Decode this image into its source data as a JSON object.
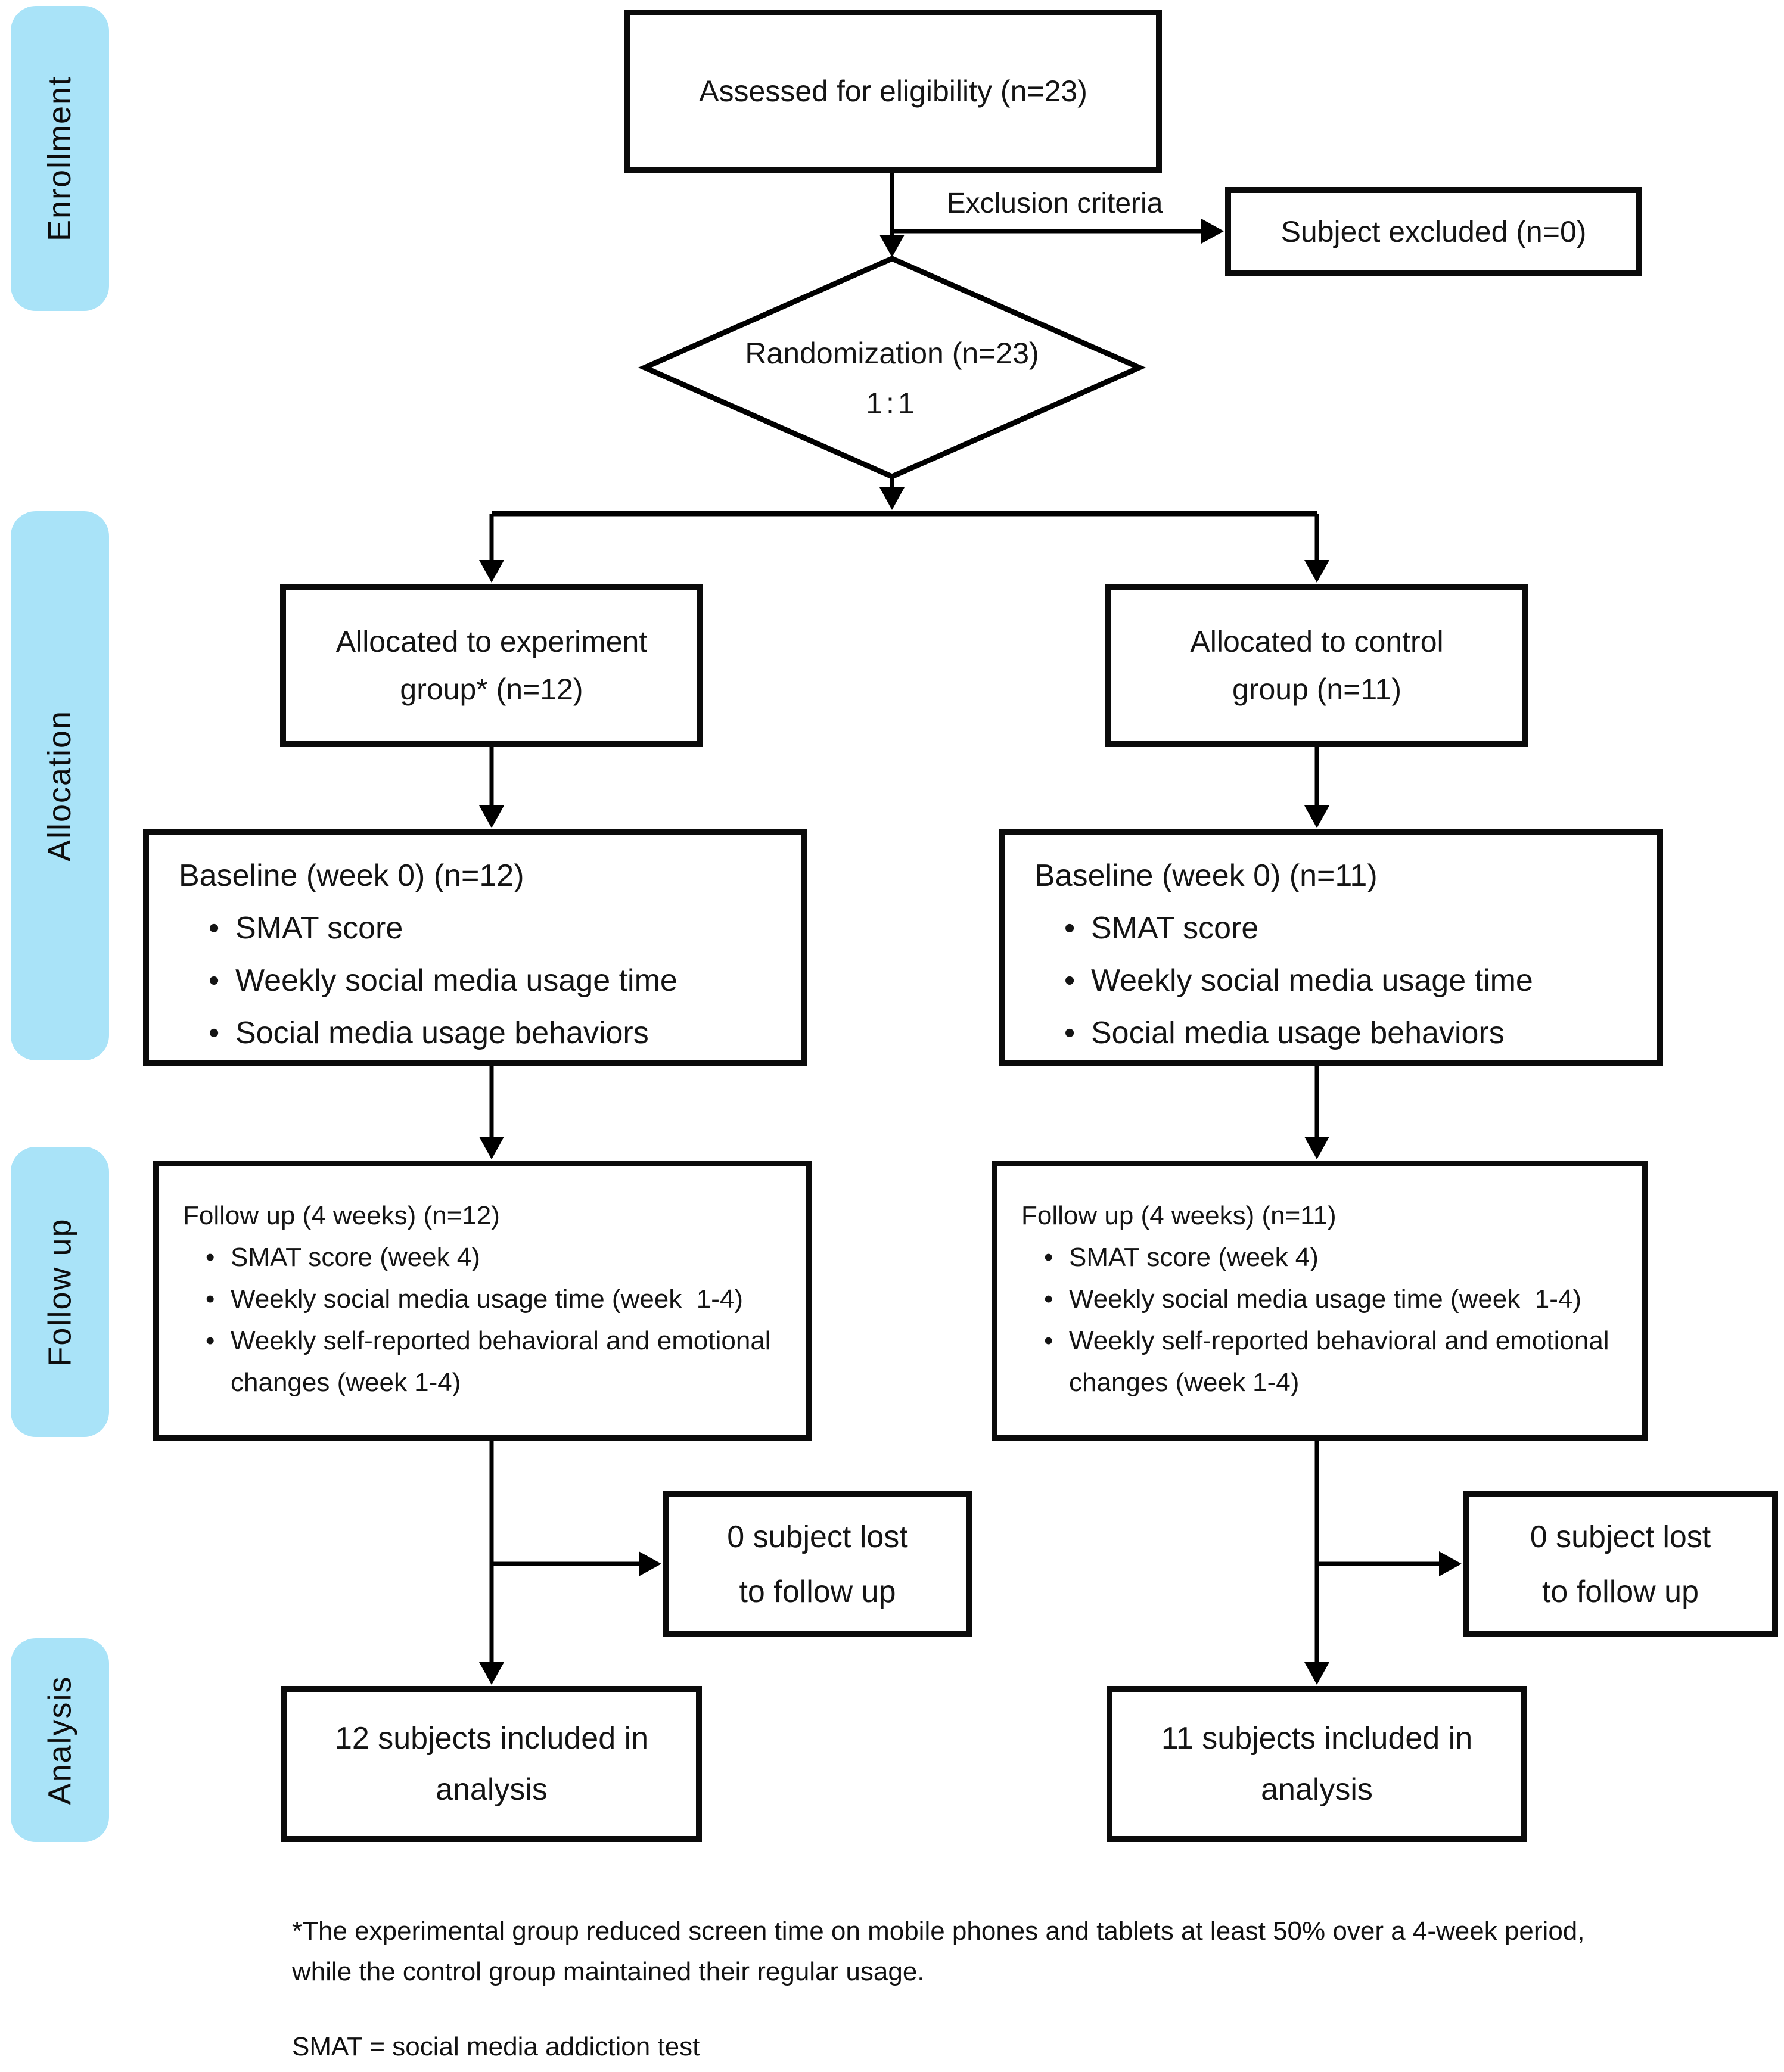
{
  "palette": {
    "sidebar_blue": "#a9e3f8",
    "line_black": "#000000",
    "text_ink": "#141414"
  },
  "sidebar": {
    "items": [
      {
        "id": "enrollment",
        "label": "Enrollment"
      },
      {
        "id": "allocation",
        "label": "Allocation"
      },
      {
        "id": "followup",
        "label": "Follow up"
      },
      {
        "id": "analysis",
        "label": "Analysis"
      }
    ]
  },
  "flow": {
    "assessed": {
      "text": "Assessed for eligibility (n=23)"
    },
    "exclusion_label": "Exclusion criteria",
    "excluded": {
      "text": "Subject excluded (n=0)"
    },
    "randomization": {
      "line1": "Randomization (n=23)",
      "line2": "1:1"
    },
    "alloc_experiment": {
      "line1": "Allocated to experiment",
      "line2": "group* (n=12)"
    },
    "alloc_control": {
      "line1": "Allocated to control",
      "line2": "group (n=11)"
    },
    "baseline_experiment": {
      "title": "Baseline (week 0) (n=12)",
      "bullets": [
        "SMAT score",
        "Weekly social media usage time",
        "Social media usage behaviors"
      ]
    },
    "baseline_control": {
      "title": "Baseline (week 0) (n=11)",
      "bullets": [
        "SMAT score",
        "Weekly social media usage time",
        "Social media usage behaviors"
      ]
    },
    "followup_experiment": {
      "title": "Follow up (4 weeks) (n=12)",
      "bullets": [
        "SMAT score (week 4)",
        "Weekly social media usage time (week  1-4)",
        "Weekly self-reported behavioral and emotional changes (week 1-4)"
      ]
    },
    "followup_control": {
      "title": "Follow up (4 weeks) (n=11)",
      "bullets": [
        "SMAT score (week 4)",
        "Weekly social media usage time (week  1-4)",
        "Weekly self-reported behavioral and emotional changes (week 1-4)"
      ]
    },
    "lost_experiment": {
      "line1": "0 subject lost",
      "line2": "to follow up"
    },
    "lost_control": {
      "line1": "0 subject lost",
      "line2": "to follow up"
    },
    "analysis_experiment": {
      "line1": "12 subjects included in",
      "line2": "analysis"
    },
    "analysis_control": {
      "line1": "11 subjects included in",
      "line2": "analysis"
    }
  },
  "footnotes": {
    "asterisk_line1": "*The experimental group reduced screen time on mobile phones and tablets at least 50% over a 4-week period,",
    "asterisk_line2": "while the control group maintained their regular usage.",
    "smat": "SMAT = social media addiction test"
  }
}
